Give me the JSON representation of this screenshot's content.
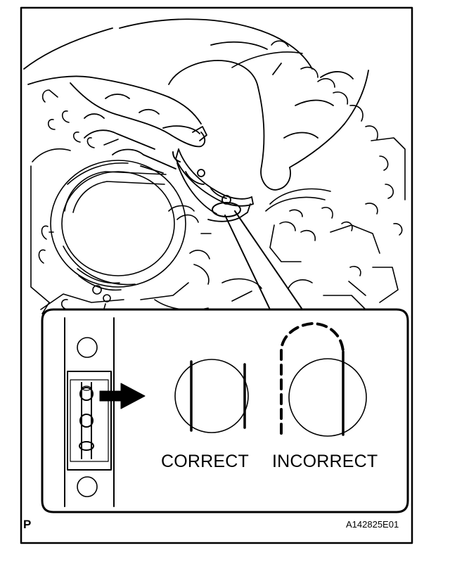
{
  "figure": {
    "label_correct": "CORRECT",
    "label_incorrect": "INCORRECT",
    "corner_letter": "P",
    "figure_id": "A142825E01"
  }
}
